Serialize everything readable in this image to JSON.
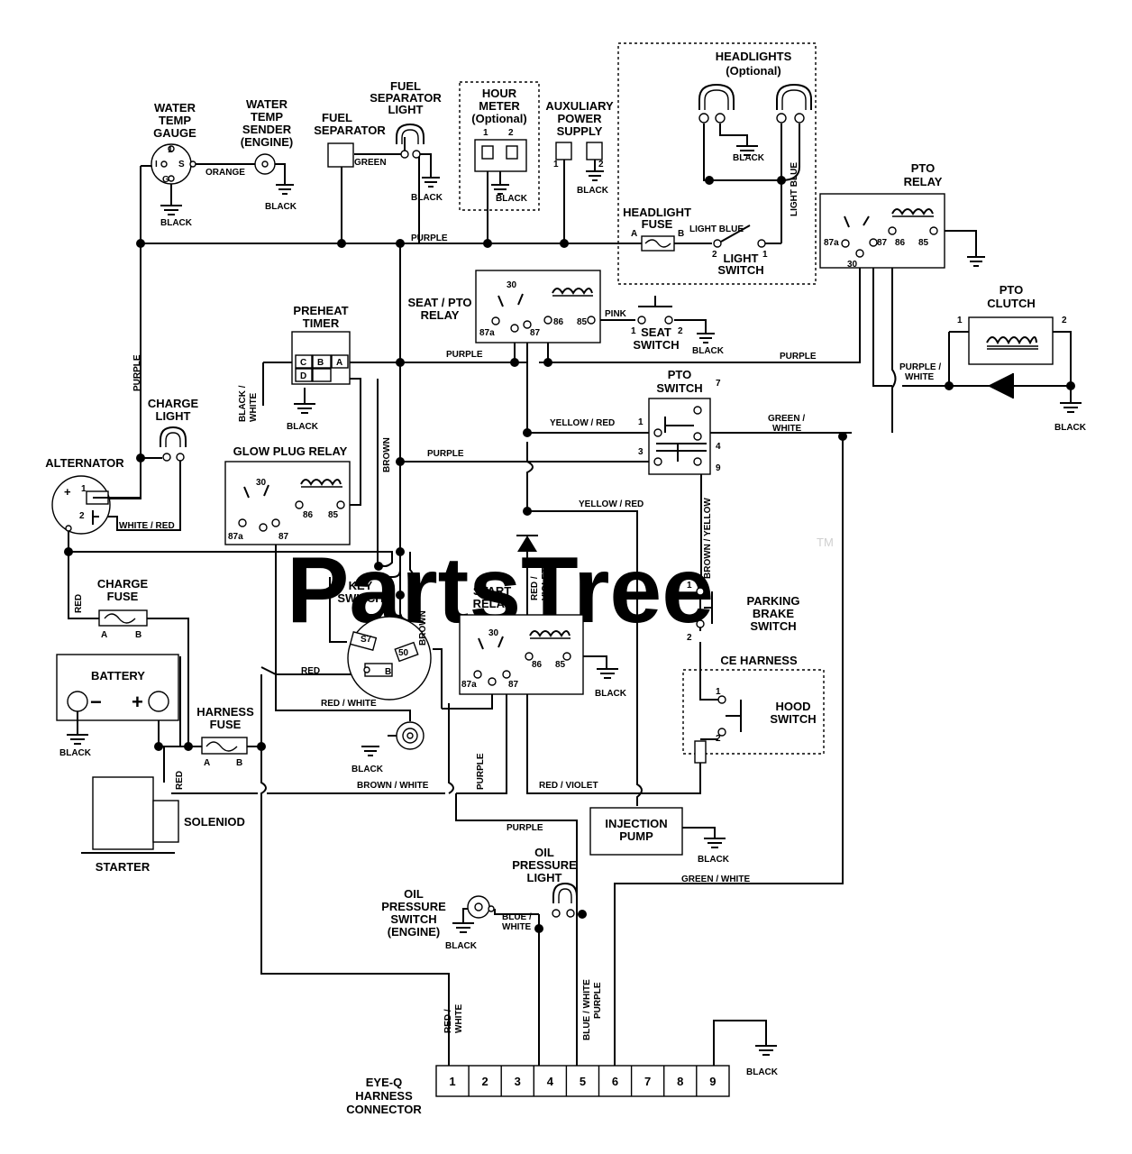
{
  "watermark": {
    "text": "PartsTree",
    "tm": "TM"
  },
  "components": {
    "water_temp_gauge": {
      "label": [
        "WATER",
        "TEMP",
        "GAUGE"
      ],
      "terminals": [
        "I",
        "S",
        "G"
      ],
      "ground": "BLACK"
    },
    "water_temp_sender": {
      "label": [
        "WATER",
        "TEMP",
        "SENDER",
        "(ENGINE)"
      ],
      "ground": "BLACK"
    },
    "fuel_separator": {
      "label": [
        "FUEL",
        "SEPARATOR"
      ]
    },
    "fuel_separator_light": {
      "label": [
        "FUEL",
        "SEPARATOR",
        "LIGHT"
      ],
      "ground": "BLACK"
    },
    "hour_meter": {
      "label": [
        "HOUR",
        "METER",
        "(Optional)"
      ],
      "pins": [
        "1",
        "2"
      ],
      "ground": "BLACK"
    },
    "aux_power": {
      "label": [
        "AUXULIARY",
        "POWER",
        "SUPPLY"
      ],
      "pins": [
        "1",
        "2"
      ],
      "ground": "BLACK"
    },
    "headlights": {
      "label": [
        "HEADLIGHTS",
        "(Optional)"
      ],
      "ground": "BLACK"
    },
    "headlight_fuse": {
      "label": [
        "HEADLIGHT",
        "FUSE"
      ],
      "pins": [
        "A",
        "B"
      ]
    },
    "light_switch": {
      "label": [
        "LIGHT",
        "SWITCH"
      ],
      "pins": [
        "2",
        "1"
      ]
    },
    "pto_relay": {
      "label": [
        "PTO",
        "RELAY"
      ],
      "pins": [
        "87a",
        "30",
        "87",
        "86",
        "85"
      ]
    },
    "seat_pto_relay": {
      "label": [
        "SEAT / PTO",
        "RELAY"
      ],
      "pins": [
        "30",
        "87a",
        "87",
        "86",
        "85"
      ]
    },
    "seat_switch": {
      "label": [
        "SEAT",
        "SWITCH"
      ],
      "pins": [
        "1",
        "2"
      ],
      "ground": "BLACK"
    },
    "pto_clutch": {
      "label": [
        "PTO",
        "CLUTCH"
      ],
      "pins": [
        "1",
        "2"
      ],
      "ground": "BLACK"
    },
    "preheat_timer": {
      "label": [
        "PREHEAT",
        "TIMER"
      ],
      "pins": [
        "C",
        "B",
        "A",
        "D"
      ],
      "ground": "BLACK"
    },
    "charge_light": {
      "label": [
        "CHARGE",
        "LIGHT"
      ]
    },
    "alternator": {
      "label": [
        "ALTERNATOR"
      ],
      "terminals": [
        "+",
        "1",
        "2"
      ]
    },
    "glow_plug_relay": {
      "label": [
        "GLOW PLUG RELAY"
      ],
      "pins": [
        "30",
        "87a",
        "87",
        "86",
        "85"
      ]
    },
    "pto_switch": {
      "label": [
        "PTO",
        "SWITCH"
      ],
      "pins": [
        "1",
        "7",
        "3",
        "4",
        "9"
      ]
    },
    "charge_fuse": {
      "label": [
        "CHARGE",
        "FUSE"
      ],
      "pins": [
        "A",
        "B"
      ]
    },
    "key_switch": {
      "label": [
        "KEY",
        "SWITCH"
      ],
      "terminals": [
        "S7",
        "50",
        "B"
      ]
    },
    "start_relay": {
      "label": [
        "START",
        "RELAY"
      ],
      "pins": [
        "30",
        "87a",
        "87",
        "86",
        "85"
      ],
      "ground": "BLACK"
    },
    "parking_brake_switch": {
      "label": [
        "PARKING",
        "BRAKE",
        "SWITCH"
      ],
      "pins": [
        "1",
        "2"
      ]
    },
    "ce_harness": {
      "label": [
        "CE HARNESS"
      ]
    },
    "hood_switch": {
      "label": [
        "HOOD",
        "SWITCH"
      ],
      "pins": [
        "1",
        "2"
      ]
    },
    "battery": {
      "label": [
        "BATTERY"
      ],
      "terminals": [
        "−",
        "+"
      ],
      "ground": "BLACK"
    },
    "harness_fuse": {
      "label": [
        "HARNESS",
        "FUSE"
      ],
      "pins": [
        "A",
        "B"
      ]
    },
    "starter": {
      "label": [
        "STARTER"
      ]
    },
    "solenoid": {
      "label": [
        "SOLENIOD"
      ]
    },
    "glow_plug": {
      "ground": "BLACK"
    },
    "injection_pump": {
      "label": [
        "INJECTION",
        "PUMP"
      ],
      "ground": "BLACK"
    },
    "oil_pressure_light": {
      "label": [
        "OIL",
        "PRESSURE",
        "LIGHT"
      ]
    },
    "oil_pressure_switch": {
      "label": [
        "OIL",
        "PRESSURE",
        "SWITCH",
        "(ENGINE)"
      ],
      "ground": "BLACK"
    },
    "eyeq_connector": {
      "label": [
        "EYE-Q",
        "HARNESS",
        "CONNECTOR"
      ],
      "pins": [
        "1",
        "2",
        "3",
        "4",
        "5",
        "6",
        "7",
        "8",
        "9"
      ],
      "ground": "BLACK"
    }
  },
  "wires": {
    "purple": "PURPLE",
    "orange": "ORANGE",
    "green": "GREEN",
    "light_blue": "LIGHT BLUE",
    "light_blue_v": "LIGHT BLUE",
    "pink": "PINK",
    "purple_white": [
      "PURPLE /",
      "WHITE"
    ],
    "black_white": [
      "BLACK /",
      "WHITE"
    ],
    "brown": "BROWN",
    "yellow_red": "YELLOW / RED",
    "green_white": [
      "GREEN /",
      "WHITE"
    ],
    "green_white_2": "GREEN / WHITE",
    "white_red": "WHITE / RED",
    "red": "RED",
    "red_violet": [
      "RED /",
      "VIOLET"
    ],
    "red_violet_2": "RED / VIOLET",
    "brown_yellow": "BROWN / YELLOW",
    "red_white": "RED / WHITE",
    "red_white_v": [
      "RED /",
      "WHITE"
    ],
    "brown_white": "BROWN / WHITE",
    "blue_white": [
      "BLUE /",
      "WHITE"
    ],
    "blue_white_v": "BLUE / WHITE",
    "black": "BLACK"
  }
}
